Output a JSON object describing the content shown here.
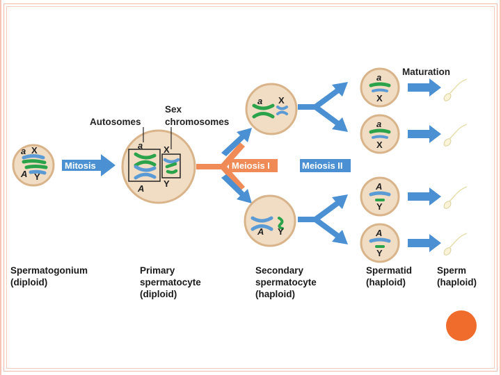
{
  "labels": {
    "mitosis": "Mitosis",
    "meiosis1": "Meiosis I",
    "meiosis2": "Meiosis II",
    "maturation": "Maturation",
    "autosomes": "Autosomes",
    "sex_chromosomes": "Sex\nchromosomes"
  },
  "alleles": {
    "a": "a",
    "A": "A",
    "X": "X",
    "Y": "Y"
  },
  "captions": [
    {
      "id": "spermatogonium",
      "text": "Spermatogonium\n(diploid)"
    },
    {
      "id": "primary",
      "text": "Primary\nspermatocyte\n(diploid)"
    },
    {
      "id": "secondary",
      "text": "Secondary\nspermatocyte\n(haploid)"
    },
    {
      "id": "spermatid",
      "text": "Spermatid\n(haploid)"
    },
    {
      "id": "sperm",
      "text": "Sperm\n(haploid)"
    }
  ],
  "colors": {
    "cell_fill": "#f1dcc4",
    "cell_border": "#d9b48a",
    "arrow_blue": "#4a90d2",
    "arrow_orange": "#f08a56",
    "chrom_green": "#2aa34a",
    "chrom_blue": "#5b9bd5",
    "accent": "#f06c2c"
  }
}
